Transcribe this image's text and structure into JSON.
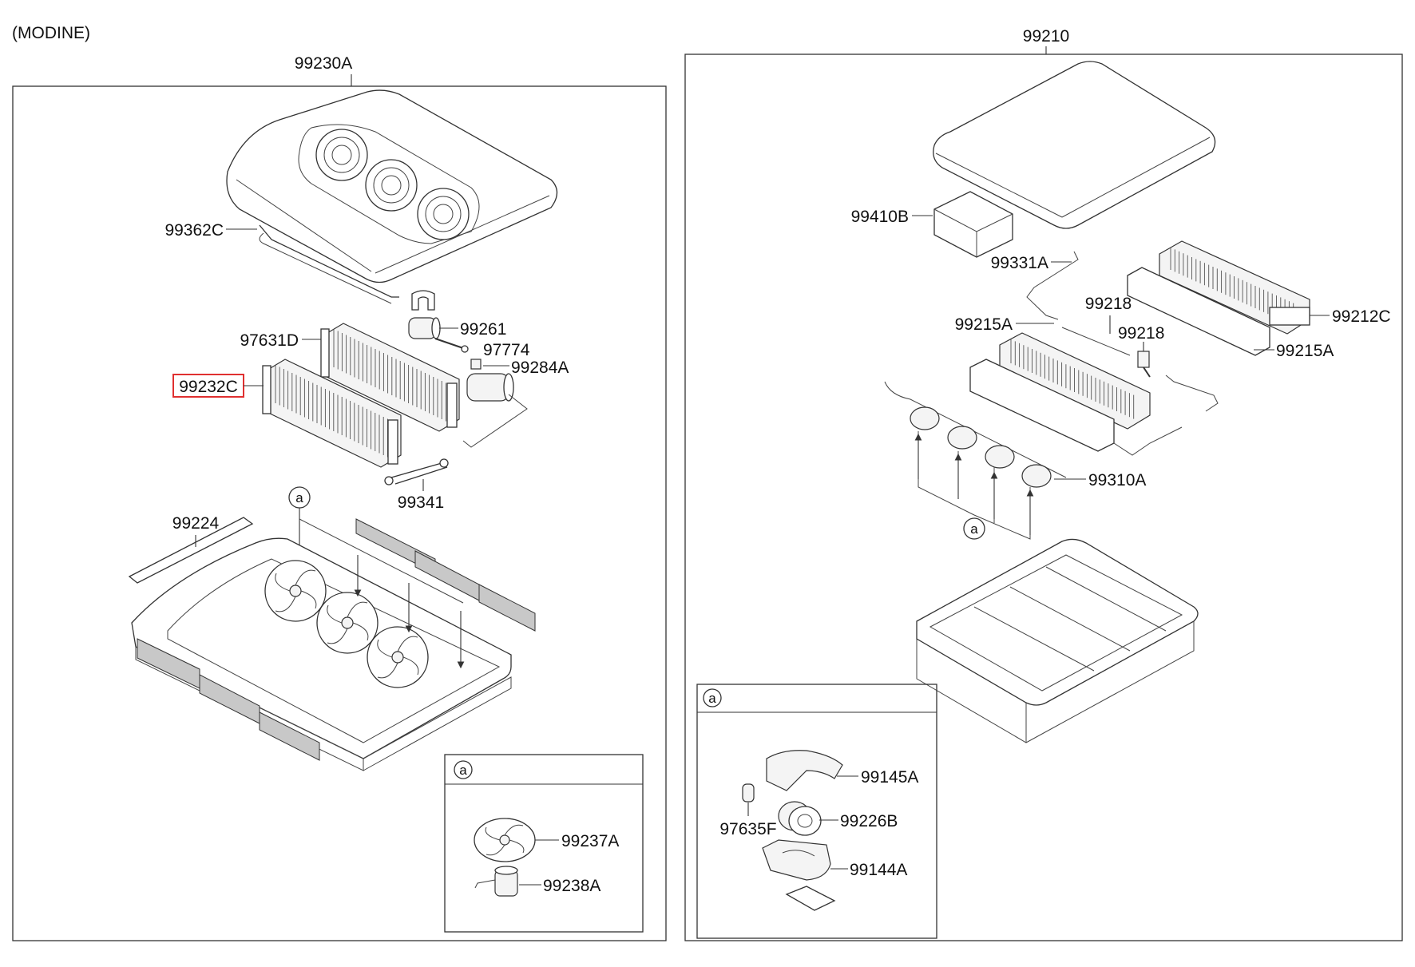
{
  "header": {
    "label": "(MODINE)"
  },
  "assemblies": {
    "left": {
      "number": "99230A"
    },
    "right": {
      "number": "99210"
    }
  },
  "callouts": {
    "p99362C": "99362C",
    "p99261": "99261",
    "p97631D": "97631D",
    "p97774": "97774",
    "p99284A": "99284A",
    "p99232C": "99232C",
    "p99341": "99341",
    "p99224": "99224",
    "p99410B": "99410B",
    "p99331A": "99331A",
    "p99218a": "99218",
    "p99218b": "99218",
    "p99215Aa": "99215A",
    "p99215Ab": "99215A",
    "p99212C": "99212C",
    "p99310A": "99310A",
    "p99237A": "99237A",
    "p99238A": "99238A",
    "p99145A": "99145A",
    "p97635F": "97635F",
    "p99226B": "99226B",
    "p99144A": "99144A"
  },
  "markers": {
    "left_main": "a",
    "left_detail": "a",
    "right_main": "a",
    "right_detail": "a"
  },
  "highlight": {
    "part": "99232C",
    "color": "#e03030"
  }
}
